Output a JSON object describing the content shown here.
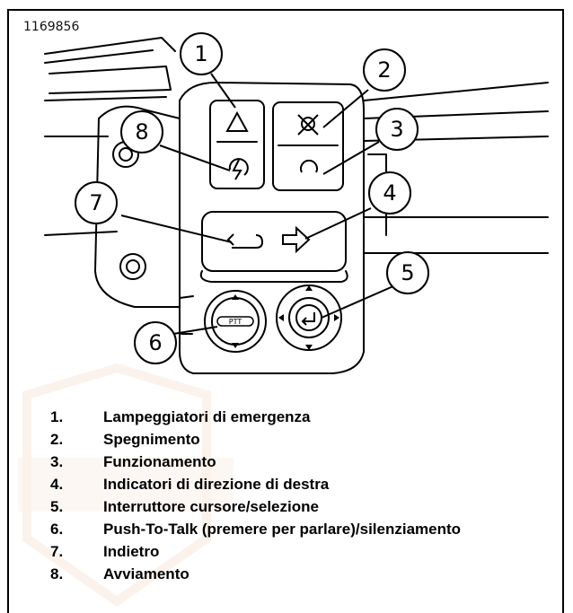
{
  "figure": {
    "id": "1169856"
  },
  "callouts": [
    "1",
    "2",
    "3",
    "4",
    "5",
    "6",
    "7",
    "8"
  ],
  "legend": [
    {
      "num": "1.",
      "label": "Lampeggiatori di emergenza"
    },
    {
      "num": "2.",
      "label": "Spegnimento"
    },
    {
      "num": "3.",
      "label": "Funzionamento"
    },
    {
      "num": "4.",
      "label": "Indicatori di direzione di destra"
    },
    {
      "num": "5.",
      "label": "Interruttore cursore/selezione"
    },
    {
      "num": "6.",
      "label": "Push-To-Talk (premere per parlare)/silenziamento"
    },
    {
      "num": "7.",
      "label": "Indietro"
    },
    {
      "num": "8.",
      "label": "Avviamento"
    }
  ],
  "illustration_icons": [
    "hazard-triangle-icon",
    "engine-stop-icon",
    "run-icon",
    "start-icon",
    "left-arrow-icon",
    "right-arrow-icon",
    "ptt-joystick-icon",
    "select-joystick-icon"
  ],
  "colors": {
    "ink": "#000000",
    "paper": "#ffffff",
    "watermark": "#e8a070"
  }
}
